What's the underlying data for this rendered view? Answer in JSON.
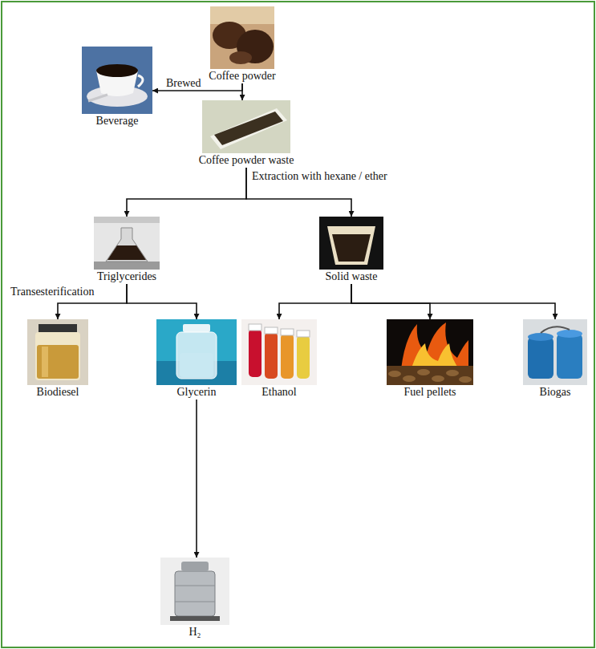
{
  "diagram": {
    "nodes": [
      {
        "text": [
          "Coffee powder"
        ]
      },
      {
        "text": [
          "Beverage"
        ]
      },
      {
        "text": [
          "Coffee powder waste"
        ]
      },
      {
        "text": [
          "Triglycerides"
        ]
      },
      {
        "text": [
          "Solid waste"
        ]
      },
      {
        "text": [
          "Biodiesel"
        ]
      },
      {
        "text": [
          "Glycerin"
        ]
      },
      {
        "text": [
          "Ethanol"
        ]
      },
      {
        "text": [
          "Fuel pellets"
        ]
      },
      {
        "text": [
          "Biogas"
        ]
      },
      {
        "text": [
          "H₂"
        ]
      }
    ],
    "edges": [
      {
        "from": 0,
        "to": 1,
        "arrow": "to",
        "label": "Brewed"
      },
      {
        "from": 0,
        "to": 2,
        "arrow": "to"
      },
      {
        "from": 2,
        "to": 3,
        "arrow": "to",
        "label": "Extraction with hexane / ether"
      },
      {
        "from": 2,
        "to": 4,
        "arrow": "to"
      },
      {
        "from": 3,
        "to": 5,
        "arrow": "to",
        "label": "Transesterification"
      },
      {
        "from": 3,
        "to": 6,
        "arrow": "to"
      },
      {
        "from": 4,
        "to": 7,
        "arrow": "to"
      },
      {
        "from": 4,
        "to": 8,
        "arrow": "to"
      },
      {
        "from": 4,
        "to": 9,
        "arrow": "to"
      },
      {
        "from": 6,
        "to": 10,
        "arrow": "to"
      }
    ]
  }
}
